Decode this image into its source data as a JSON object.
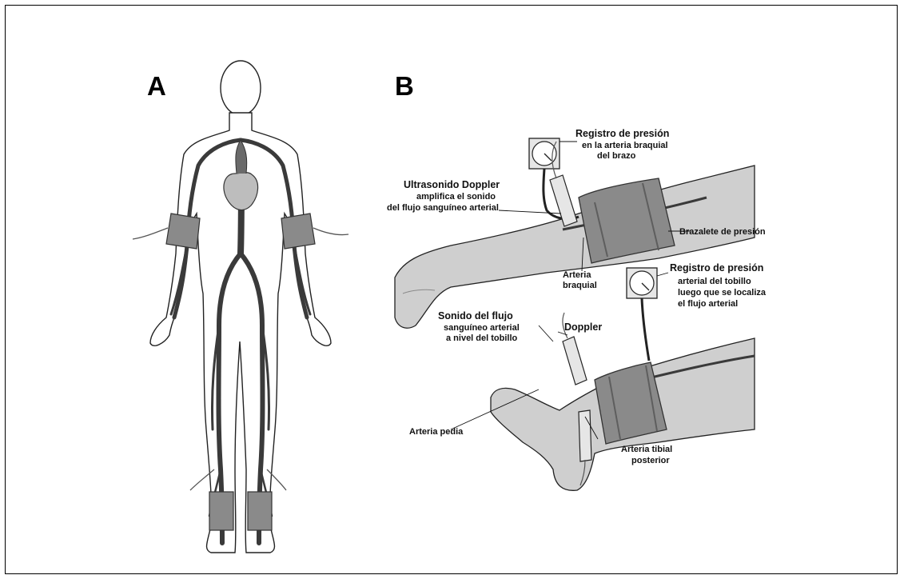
{
  "panels": {
    "a_letter": "A",
    "b_letter": "B"
  },
  "labels": {
    "arm_pressure_title": "Registro de presión",
    "arm_pressure_line1": "en la arteria braquial",
    "arm_pressure_line2": "del brazo",
    "doppler_title": "Ultrasonido Doppler",
    "doppler_line1": "amplifica el sonido",
    "doppler_line2": "del flujo sanguíneo arterial",
    "cuff": "Brazalete de presión",
    "brachial_line1": "Arteria",
    "brachial_line2": "braquial",
    "ankle_pressure_title": "Registro de presión",
    "ankle_pressure_line1": "arterial del tobillo",
    "ankle_pressure_line2": "luego que se localiza",
    "ankle_pressure_line3": "el flujo arterial",
    "flow_sound_title": "Sonido del flujo",
    "flow_sound_line1": "sanguíneo arterial",
    "flow_sound_line2": "a nivel del tobillo",
    "doppler_short": "Doppler",
    "pedal_artery": "Arteria pedia",
    "tibial_line1": "Arteria tibial",
    "tibial_line2": "posterior"
  },
  "colors": {
    "skin": "#cfcfcf",
    "skin_dark": "#a9a9a9",
    "artery": "#3a3a3a",
    "cuff": "#8a8a8a",
    "cuff_dark": "#5e5e5e",
    "heart": "#bdbdbd",
    "outline": "#222222"
  }
}
